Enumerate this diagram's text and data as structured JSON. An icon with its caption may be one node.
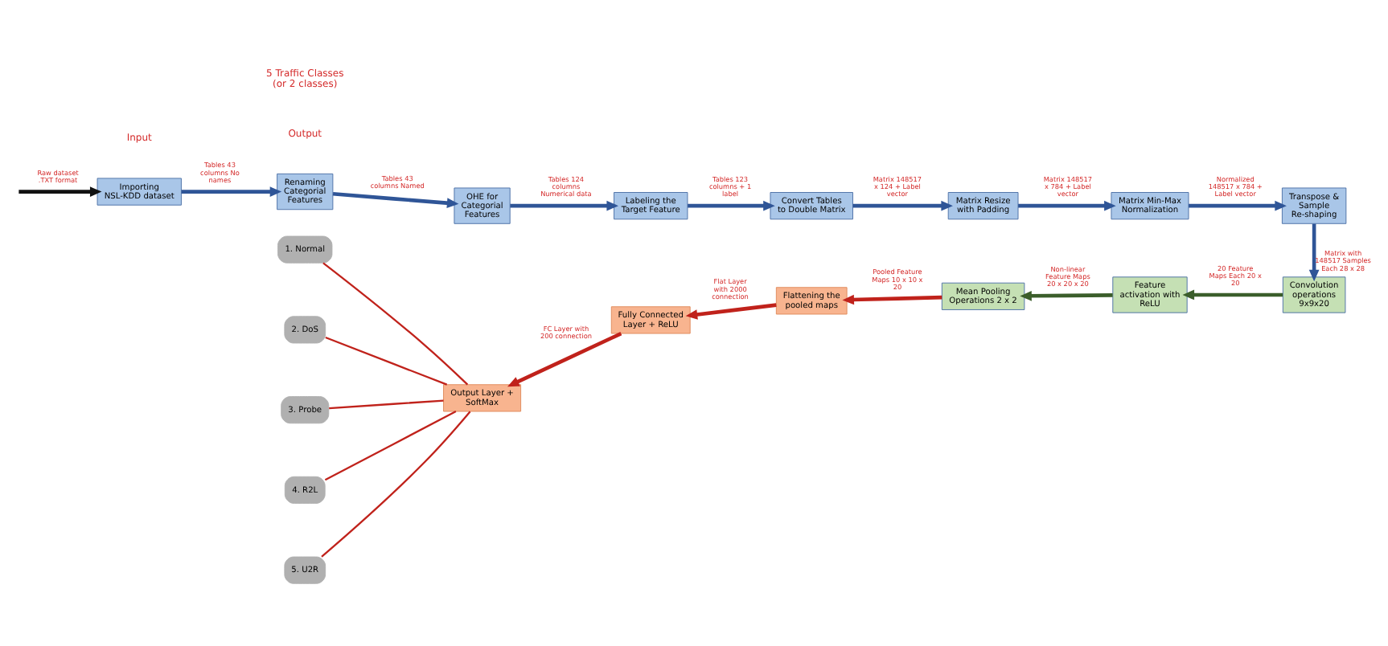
{
  "diagram": {
    "nodes": [
      {
        "text": [
          "Importing NSL-KDD dataset"
        ]
      },
      {
        "text": [
          "Renaming Categorial Features"
        ]
      },
      {
        "text": [
          "OHE for Categorial Features"
        ]
      },
      {
        "text": [
          "Labeling the Target Feature"
        ]
      },
      {
        "text": [
          "Convert Tables to Double Matrix"
        ]
      },
      {
        "text": [
          "Matrix Resize with Padding"
        ]
      },
      {
        "text": [
          "Matrix Min-Max Normalization"
        ]
      },
      {
        "text": [
          "Transpose & Sample Re-shaping"
        ]
      },
      {
        "text": [
          "Convolution operations 9x9x20"
        ]
      },
      {
        "text": [
          "Feature activation with ReLU"
        ]
      },
      {
        "text": [
          "Mean Pooling Operations 2 x 2"
        ]
      },
      {
        "text": [
          "Flattening the pooled maps"
        ]
      },
      {
        "text": [
          "Fully Connected Layer + ReLU"
        ]
      },
      {
        "text": [
          "Output Layer + SoftMax"
        ]
      },
      {
        "text": [
          "1. Normal"
        ]
      },
      {
        "text": [
          "2. DoS"
        ]
      },
      {
        "text": [
          "3. Probe"
        ]
      },
      {
        "text": [
          "4. R2L"
        ]
      },
      {
        "text": [
          "5. U2R"
        ]
      }
    ],
    "edges": [
      {
        "from": null,
        "to": 0,
        "arrow": "to",
        "label": "Raw dataset .TXT format",
        "color": "#111111"
      },
      {
        "from": 0,
        "to": 1,
        "arrow": "to",
        "label": "Tables 43 columns No names"
      },
      {
        "from": 1,
        "to": 2,
        "arrow": "to",
        "label": "Tables 43 columns Named"
      },
      {
        "from": 2,
        "to": 3,
        "arrow": "to",
        "label": "Tables 124 columns Numerical data"
      },
      {
        "from": 3,
        "to": 4,
        "arrow": "to",
        "label": "Tables 123 columns + 1 label"
      },
      {
        "from": 4,
        "to": 5,
        "arrow": "to",
        "label": "Matrix 148517 x 124 + Label vector"
      },
      {
        "from": 5,
        "to": 6,
        "arrow": "to",
        "label": "Matrix 148517 x 784 + Label vector"
      },
      {
        "from": 6,
        "to": 7,
        "arrow": "to",
        "label": "Normalized 148517 x 784 + Label vector"
      },
      {
        "from": 7,
        "to": 8,
        "arrow": "to",
        "label": "Matrix with 148517 Samples Each 28 x 28"
      },
      {
        "from": 8,
        "to": 9,
        "arrow": "to",
        "label": "20 Feature Maps Each 20 x 20",
        "color": "#3b5e2b"
      },
      {
        "from": 9,
        "to": 10,
        "arrow": "to",
        "label": "Non-linear Feature Maps 20 x 20 x 20",
        "color": "#3b5e2b"
      },
      {
        "from": 10,
        "to": 11,
        "arrow": "to",
        "label": "Pooled Feature Maps 10 x 10 x 20",
        "color": "#c0221b"
      },
      {
        "from": 11,
        "to": 12,
        "arrow": "to",
        "label": "Flat Layer with 2000 connection",
        "color": "#c0221b"
      },
      {
        "from": 12,
        "to": 13,
        "arrow": "to",
        "label": "FC Layer with 200 connection",
        "color": "#c0221b"
      },
      {
        "from": 13,
        "to": 14,
        "arrow": "none",
        "color": "#c0221b"
      },
      {
        "from": 13,
        "to": 15,
        "arrow": "none",
        "color": "#c0221b"
      },
      {
        "from": 13,
        "to": 16,
        "arrow": "none",
        "color": "#c0221b"
      },
      {
        "from": 13,
        "to": 17,
        "arrow": "none",
        "color": "#c0221b"
      },
      {
        "from": 13,
        "to": 18,
        "arrow": "none",
        "color": "#c0221b"
      }
    ],
    "labels": [
      "Input",
      "Output",
      "5 Traffic Classes (or 2 classes)"
    ]
  }
}
